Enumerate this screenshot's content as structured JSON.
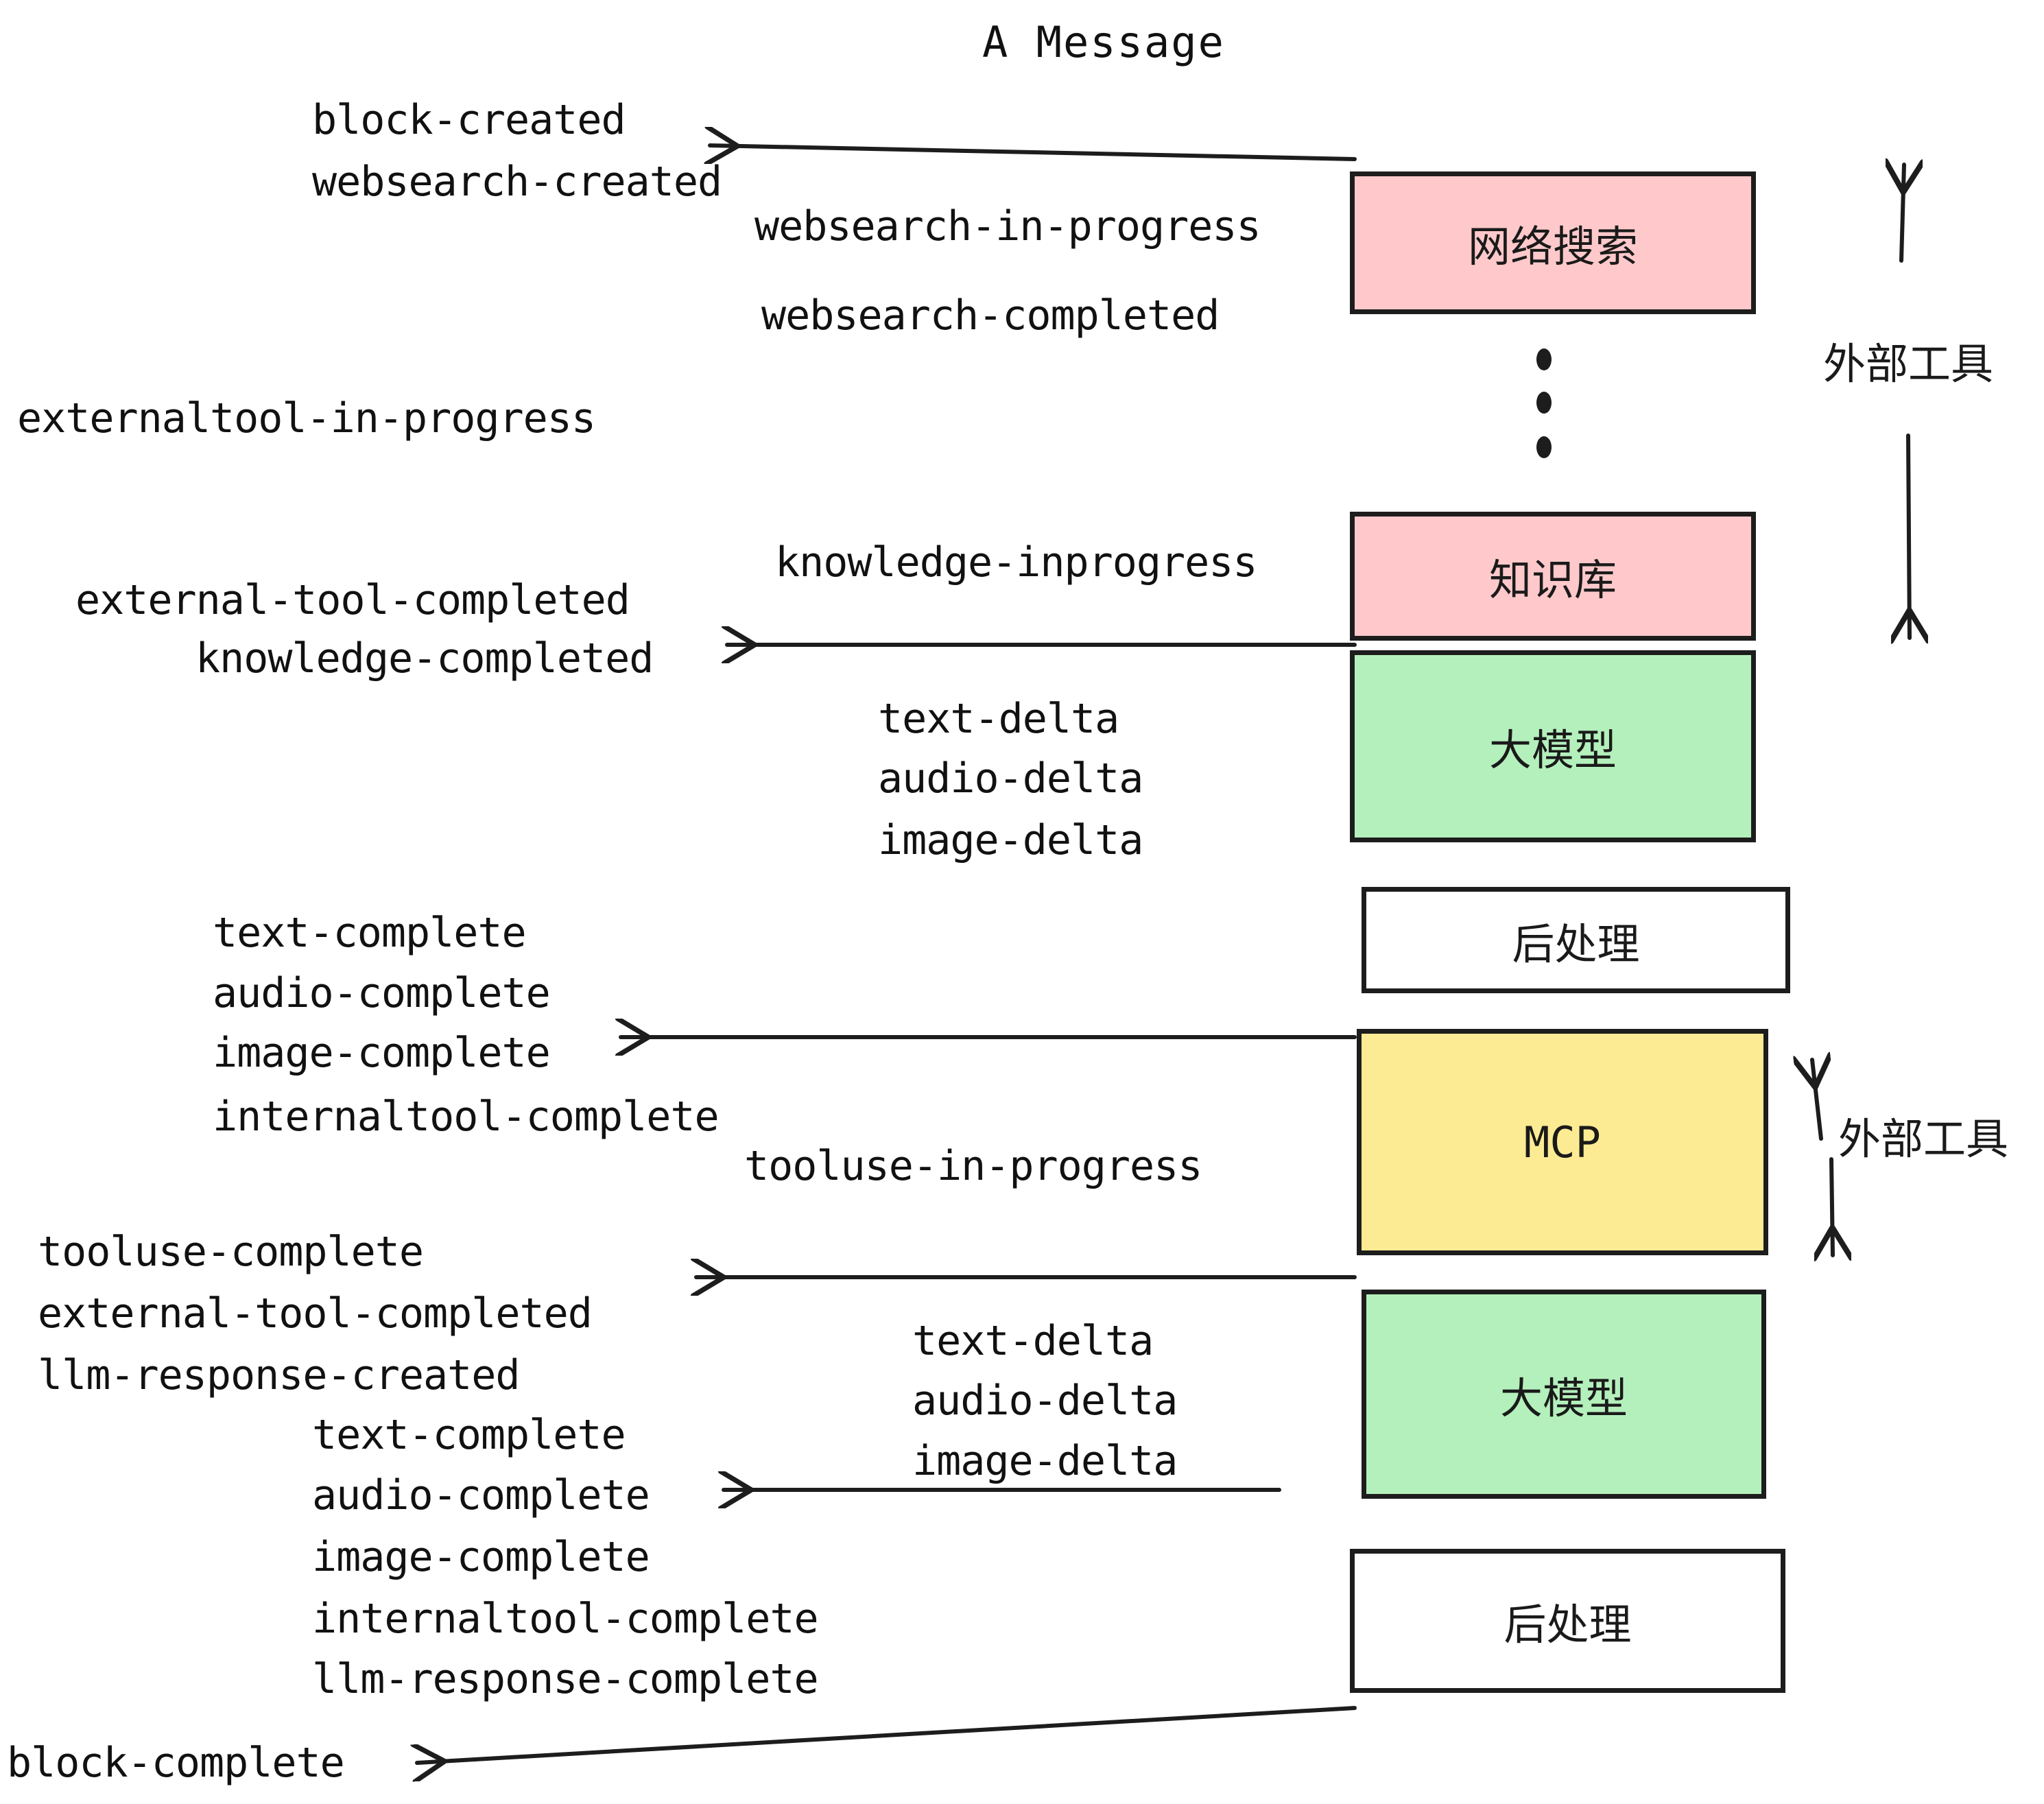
{
  "title": "A Message",
  "colors": {
    "websearch_fill": "#FFC9CB",
    "knowledge_fill": "#FFC9CB",
    "llm_fill": "#B4F0BC",
    "mcp_fill": "#FCEB92",
    "postprocess_fill": "#FFFFFF",
    "stroke": "#1d1d1d",
    "text": "#111111",
    "background": "#FFFFFF"
  },
  "nodes": [
    {
      "id": "websearch",
      "label": "网络搜索",
      "fill": "#FFC9CB"
    },
    {
      "id": "knowledge",
      "label": "知识库",
      "fill": "#FFC9CB"
    },
    {
      "id": "llm_top",
      "label": "大模型",
      "fill": "#B4F0BC"
    },
    {
      "id": "post_top",
      "label": "后处理",
      "fill": "#FFFFFF"
    },
    {
      "id": "mcp",
      "label": "MCP",
      "fill": "#FCEB92"
    },
    {
      "id": "llm_bottom",
      "label": "大模型",
      "fill": "#B4F0BC"
    },
    {
      "id": "post_bottom",
      "label": "后处理",
      "fill": "#FFFFFF"
    }
  ],
  "side_labels": [
    {
      "id": "external_tools_top",
      "text": "外部工具"
    },
    {
      "id": "external_tools_bottom",
      "text": "外部工具"
    }
  ],
  "events": [
    {
      "id": "block-created",
      "text": "block-created"
    },
    {
      "id": "websearch-created",
      "text": "websearch-created"
    },
    {
      "id": "websearch-in-progress",
      "text": "websearch-in-progress"
    },
    {
      "id": "websearch-completed",
      "text": "websearch-completed"
    },
    {
      "id": "externaltool-in-progress",
      "text": "externaltool-in-progress"
    },
    {
      "id": "knowledge-inprogress",
      "text": "knowledge-inprogress"
    },
    {
      "id": "external-tool-completed-1",
      "text": "external-tool-completed"
    },
    {
      "id": "knowledge-completed",
      "text": "knowledge-completed"
    },
    {
      "id": "text-delta-1",
      "text": "text-delta"
    },
    {
      "id": "audio-delta-1",
      "text": "audio-delta"
    },
    {
      "id": "image-delta-1",
      "text": "image-delta"
    },
    {
      "id": "text-complete-1",
      "text": "text-complete"
    },
    {
      "id": "audio-complete-1",
      "text": "audio-complete"
    },
    {
      "id": "image-complete-1",
      "text": "image-complete"
    },
    {
      "id": "internaltool-complete-1",
      "text": "internaltool-complete"
    },
    {
      "id": "tooluse-in-progress",
      "text": "tooluse-in-progress"
    },
    {
      "id": "tooluse-complete",
      "text": "tooluse-complete"
    },
    {
      "id": "external-tool-completed-2",
      "text": "external-tool-completed"
    },
    {
      "id": "llm-response-created",
      "text": "llm-response-created"
    },
    {
      "id": "text-delta-2",
      "text": "text-delta"
    },
    {
      "id": "audio-delta-2",
      "text": "audio-delta"
    },
    {
      "id": "image-delta-2",
      "text": "image-delta"
    },
    {
      "id": "text-complete-2",
      "text": "text-complete"
    },
    {
      "id": "audio-complete-2",
      "text": "audio-complete"
    },
    {
      "id": "image-complete-2",
      "text": "image-complete"
    },
    {
      "id": "internaltool-complete-2",
      "text": "internaltool-complete"
    },
    {
      "id": "llm-response-complete",
      "text": "llm-response-complete"
    },
    {
      "id": "block-complete",
      "text": "block-complete"
    }
  ]
}
